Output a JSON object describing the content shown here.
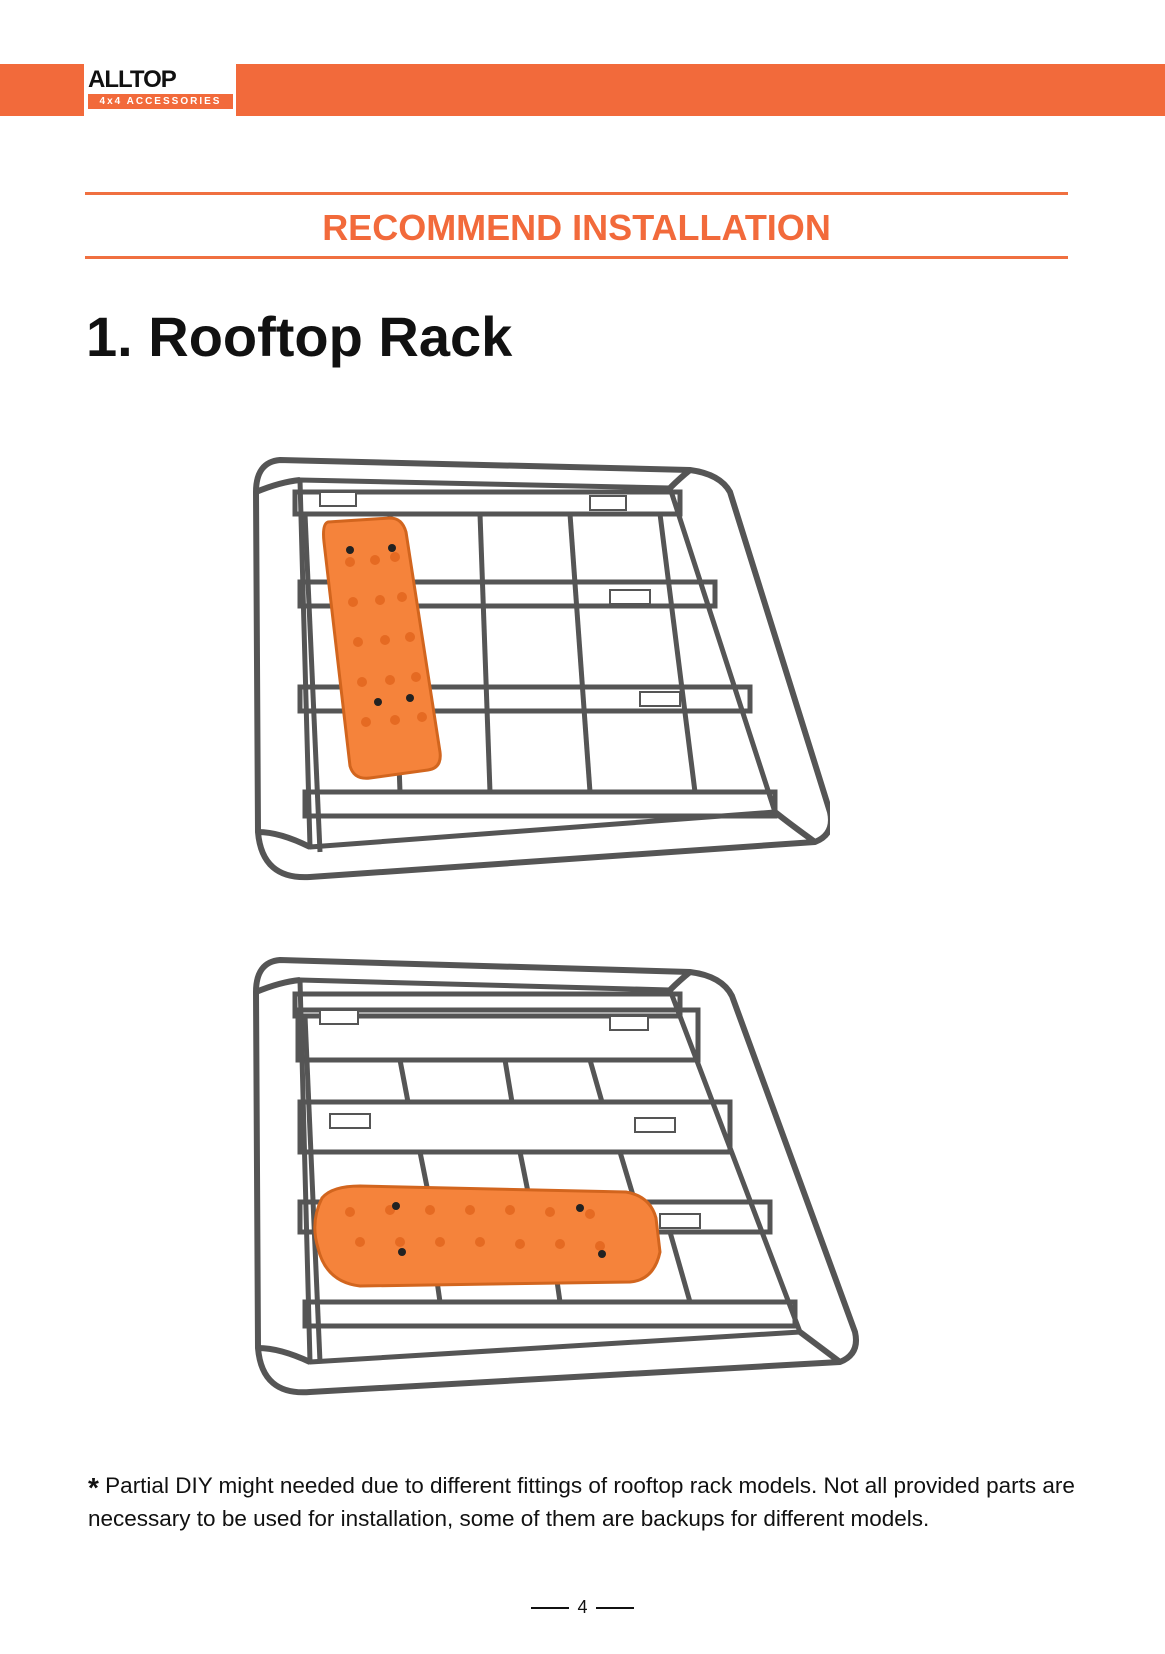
{
  "brand": {
    "name": "ALLTOP",
    "tagline": "4x4 ACCESSORIES",
    "accent_color": "#f26a3b"
  },
  "section_title": "RECOMMEND INSTALLATION",
  "page_heading": "1. Rooftop Rack",
  "illustrations": [
    {
      "orientation": "vertical",
      "icon": "rooftop-rack-with-vertical-traction-board"
    },
    {
      "orientation": "horizontal",
      "icon": "rooftop-rack-with-horizontal-traction-board"
    }
  ],
  "note": {
    "bullet": "*",
    "text": "Partial DIY might needed due to different fittings of rooftop rack models. Not all provided parts are necessary to be used for installation, some of them are backups for different models."
  },
  "page_number": "4"
}
